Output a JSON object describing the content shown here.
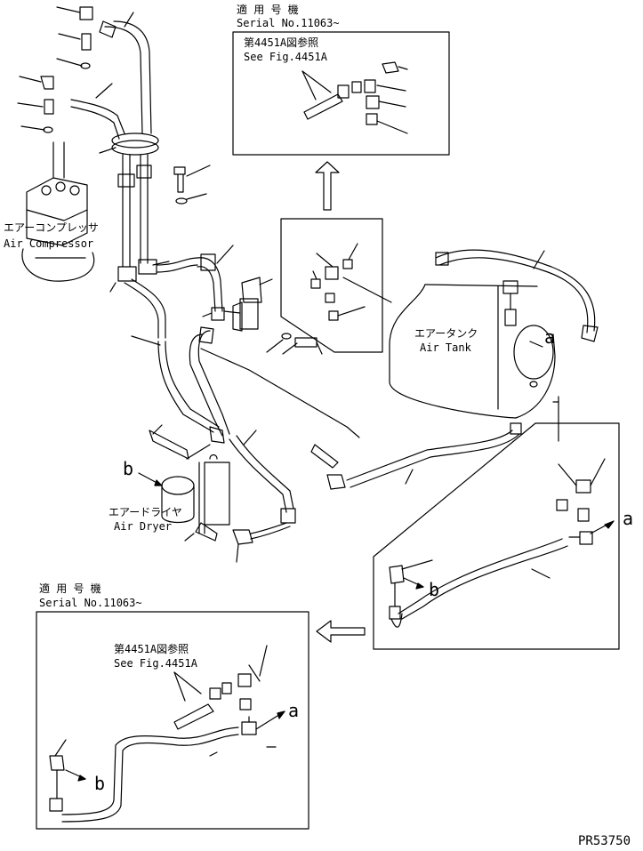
{
  "labels": {
    "top_serial_jp": "適 用 号 機",
    "top_serial_en": "Serial No.11063~",
    "top_fig_jp": "第4451A図参照",
    "top_fig_en": "See Fig.4451A",
    "compressor_jp": "エアーコンプレッサ",
    "compressor_en": "Air Compressor",
    "tank_jp": "エアータンク",
    "tank_en": "Air Tank",
    "dryer_jp": "エアードライヤ",
    "dryer_en": "Air Dryer",
    "bottom_serial_jp": "適 用 号 機",
    "bottom_serial_en": "Serial No.11063~",
    "bottom_fig_jp": "第4451A図参照",
    "bottom_fig_en": "See Fig.4451A",
    "ref_a": "a",
    "ref_b": "b",
    "part_code": "PR53750"
  },
  "colors": {
    "ink": "#000000",
    "paper": "#ffffff"
  }
}
